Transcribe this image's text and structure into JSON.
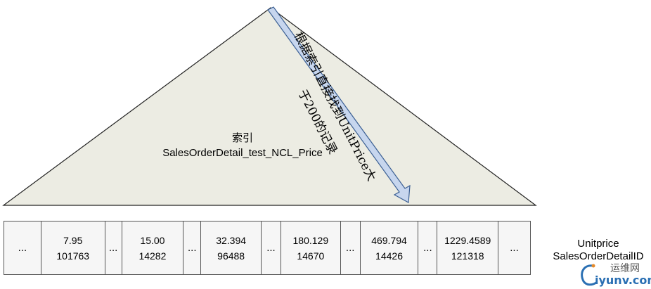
{
  "index_tree": {
    "label_line1": "索引",
    "label_line2": "SalesOrderDetail_test_NCL_Price"
  },
  "seek_arrow": {
    "text_line1": "根据索引直接找到UnitPrice大",
    "text_line2": "于200的记录"
  },
  "leaf_cells": [
    {
      "type": "ellipsis",
      "line1": "...",
      "line2": ""
    },
    {
      "type": "entry",
      "line1": "7.95",
      "line2": "101763"
    },
    {
      "type": "ellipsis",
      "line1": "...",
      "line2": ""
    },
    {
      "type": "entry",
      "line1": "15.00",
      "line2": "14282"
    },
    {
      "type": "ellipsis",
      "line1": "...",
      "line2": ""
    },
    {
      "type": "entry",
      "line1": "32.394",
      "line2": "96488"
    },
    {
      "type": "ellipsis",
      "line1": "...",
      "line2": ""
    },
    {
      "type": "entry",
      "line1": "180.129",
      "line2": "14670"
    },
    {
      "type": "ellipsis",
      "line1": "...",
      "line2": ""
    },
    {
      "type": "entry",
      "line1": "469.794",
      "line2": "14426"
    },
    {
      "type": "ellipsis",
      "line1": "...",
      "line2": ""
    },
    {
      "type": "entry",
      "line1": "1229.4589",
      "line2": "121318"
    },
    {
      "type": "ellipsis",
      "line1": "...",
      "line2": ""
    }
  ],
  "legend": {
    "line1": "Unitprice",
    "line2": "SalesOrderDetailID"
  },
  "watermark": {
    "top_text": "运维网",
    "bottom_text": "iyunv.com"
  },
  "colors": {
    "triangle_fill": "#ecece3",
    "arrow_fill": "#c7d6ee",
    "arrow_stroke": "#3b5f93",
    "watermark_blue": "#2a6fb3"
  }
}
